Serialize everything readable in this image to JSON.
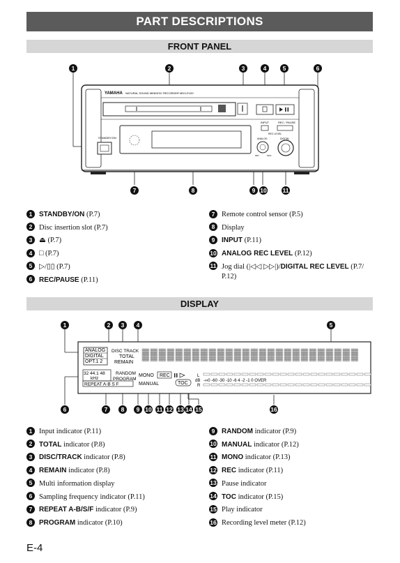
{
  "page_title": "PART DESCRIPTIONS",
  "front_panel": {
    "heading": "FRONT PANEL",
    "device": {
      "brand": "YAMAHA",
      "tagline": "NATURAL SOUND  MINIDISC RECORDER  MDX-E100",
      "standby_label": "STANDBY/ON",
      "input_label": "INPUT",
      "rec_pause_label": "REC / PAUSE",
      "rec_level_label": "REC LEVEL",
      "analog_label": "ANALOG",
      "digital_label": "DIGITAL",
      "min_label": "MIN",
      "max_label": "MAX"
    },
    "callouts_top": [
      "1",
      "2",
      "3",
      "4",
      "5",
      "6"
    ],
    "callouts_bottom": [
      "7",
      "8",
      "9",
      "10",
      "11"
    ],
    "items_left": [
      {
        "num": "1",
        "bold": "STANDBY/ON",
        "text": " (P.7)"
      },
      {
        "num": "2",
        "bold": "",
        "text": "Disc insertion slot (P.7)"
      },
      {
        "num": "3",
        "bold": "",
        "text": "⏏ (P.7)"
      },
      {
        "num": "4",
        "bold": "",
        "text": "□ (P.7)"
      },
      {
        "num": "5",
        "bold": "",
        "text": "▷/▯▯ (P.7)"
      },
      {
        "num": "6",
        "bold": "REC/PAUSE",
        "text": " (P.11)"
      }
    ],
    "items_right": [
      {
        "num": "7",
        "bold": "",
        "text": "Remote control sensor (P.5)"
      },
      {
        "num": "8",
        "bold": "",
        "text": "Display"
      },
      {
        "num": "9",
        "bold": "INPUT",
        "text": " (P.11)"
      },
      {
        "num": "10",
        "bold": "ANALOG REC LEVEL",
        "text": " (P.12)"
      },
      {
        "num": "11",
        "pre": "Jog dial (|◁◁ ▷▷|)/",
        "bold": "DIGITAL REC LEVEL",
        "text": " (P.7/",
        "line2": "P.12)"
      }
    ]
  },
  "display": {
    "heading": "DISPLAY",
    "panel": {
      "input_lines": [
        "ANALOG",
        "DIGITAL",
        "OPT.1 2"
      ],
      "disc_track": "DISC TRACK",
      "total": "TOTAL",
      "remain": "REMAIN",
      "sampling": "32 44.1 48",
      "khz": "kHz",
      "random": "RANDOM",
      "program": "PROGRAM",
      "repeat": "REPEAT  A-B S F",
      "mono": "MONO",
      "manual": "MANUAL",
      "rec": "REC",
      "toc": "TOC",
      "meter_l": "L",
      "meter_db": "dB",
      "meter_r": "R",
      "meter_scale": "-∞0 -60   -30   -10    -6   4  -2  -1   0   OVER"
    },
    "callouts_top": [
      "1",
      "2",
      "3",
      "4",
      "5"
    ],
    "callouts_bottom": [
      "6",
      "7",
      "8",
      "9",
      "10",
      "11",
      "12",
      "13",
      "14",
      "15",
      "16"
    ],
    "items_left": [
      {
        "num": "1",
        "bold": "",
        "text": "Input indicator (P.11)"
      },
      {
        "num": "2",
        "bold": "TOTAL",
        "text": " indicator (P.8)"
      },
      {
        "num": "3",
        "bold": "DISC/TRACK",
        "text": " indicator (P.8)"
      },
      {
        "num": "4",
        "bold": "REMAIN",
        "text": " indicator (P.8)"
      },
      {
        "num": "5",
        "bold": "",
        "text": "Multi information display"
      },
      {
        "num": "6",
        "bold": "",
        "text": "Sampling frequency indicator (P.11)"
      },
      {
        "num": "7",
        "bold": "REPEAT A-B/S/F",
        "text": " indicator (P.9)"
      },
      {
        "num": "8",
        "bold": "PROGRAM",
        "text": " indicator (P.10)"
      }
    ],
    "items_right": [
      {
        "num": "9",
        "bold": "RANDOM",
        "text": " indicator (P.9)"
      },
      {
        "num": "10",
        "bold": "MANUAL",
        "text": " indicator (P.12)"
      },
      {
        "num": "11",
        "bold": "MONO",
        "text": " indicator (P.13)"
      },
      {
        "num": "12",
        "bold": "REC",
        "text": " indicator (P.11)"
      },
      {
        "num": "13",
        "bold": "",
        "text": "Pause indicator"
      },
      {
        "num": "14",
        "bold": "TOC",
        "text": " indicator (P.15)"
      },
      {
        "num": "15",
        "bold": "",
        "text": "Play indicator"
      },
      {
        "num": "16",
        "bold": "",
        "text": "Recording level meter (P.12)"
      }
    ]
  },
  "page_number": "E-4"
}
